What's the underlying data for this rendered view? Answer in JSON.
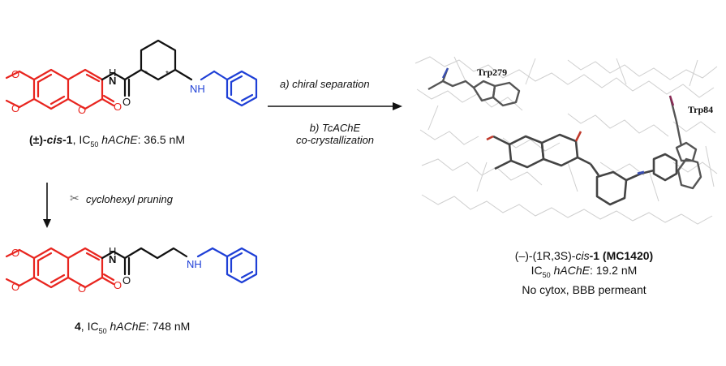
{
  "compound_top": {
    "prefix": "(±)-",
    "name": "cis",
    "suffix": "-1",
    "ic_label": ", IC",
    "ic_sub": "50",
    "enzyme": "hAChE",
    "value": ": 36.5 nM"
  },
  "compound_bottom": {
    "name": "4",
    "ic_label": ", IC",
    "ic_sub": "50",
    "enzyme": "hAChE",
    "value": ": 748 nM"
  },
  "arrow_right": {
    "step_a": "a) chiral separation",
    "step_b_line1": "b) TcAChE",
    "step_b_line2": "co-crystallization"
  },
  "arrow_down": {
    "label": "cyclohexyl pruning"
  },
  "structure_labels": {
    "nh": "H",
    "n": "N",
    "o": "O",
    "star": "*"
  },
  "crystal": {
    "residue_1": "Trp279",
    "residue_2": "Trp84"
  },
  "result": {
    "prefix": "(–)-(1R,3S)-",
    "name": "cis",
    "suffix": "-1 (MC1420)",
    "ic_label": "IC",
    "ic_sub": "50",
    "enzyme": "hAChE",
    "value": ": 19.2 nM",
    "note": "No cytox, BBB permeant"
  },
  "colors": {
    "coumarin": "#e8251f",
    "amine": "#1e3fd6",
    "skeleton": "#111111",
    "protein": "#c8c8c8",
    "ligand": "#444444"
  }
}
